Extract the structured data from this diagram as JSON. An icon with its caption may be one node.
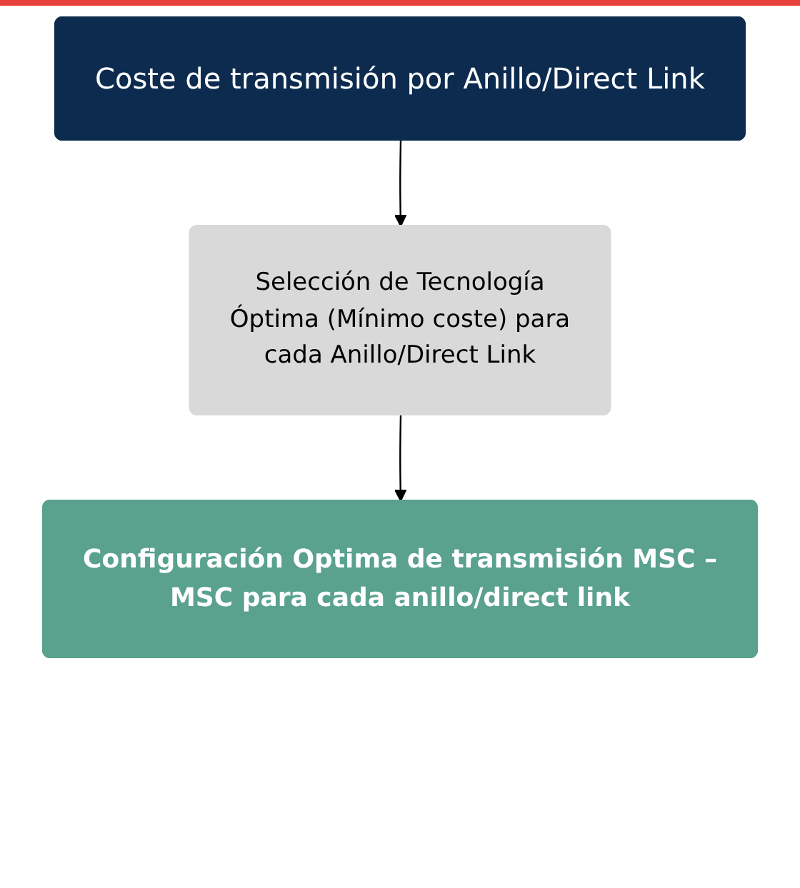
{
  "diagram": {
    "nodes": [
      {
        "text": [
          "Coste de transmisión por Anillo/Direct Link"
        ]
      },
      {
        "text": [
          "Selección de Tecnología Óptima (Mínimo coste) para cada Anillo/Direct Link"
        ]
      },
      {
        "text": [
          "Configuración Optima de transmisión MSC – MSC para cada anillo/direct link"
        ]
      }
    ],
    "edges": [
      {
        "from": 0,
        "to": 1,
        "arrow": "to"
      },
      {
        "from": 1,
        "to": 2,
        "arrow": "to"
      }
    ]
  }
}
